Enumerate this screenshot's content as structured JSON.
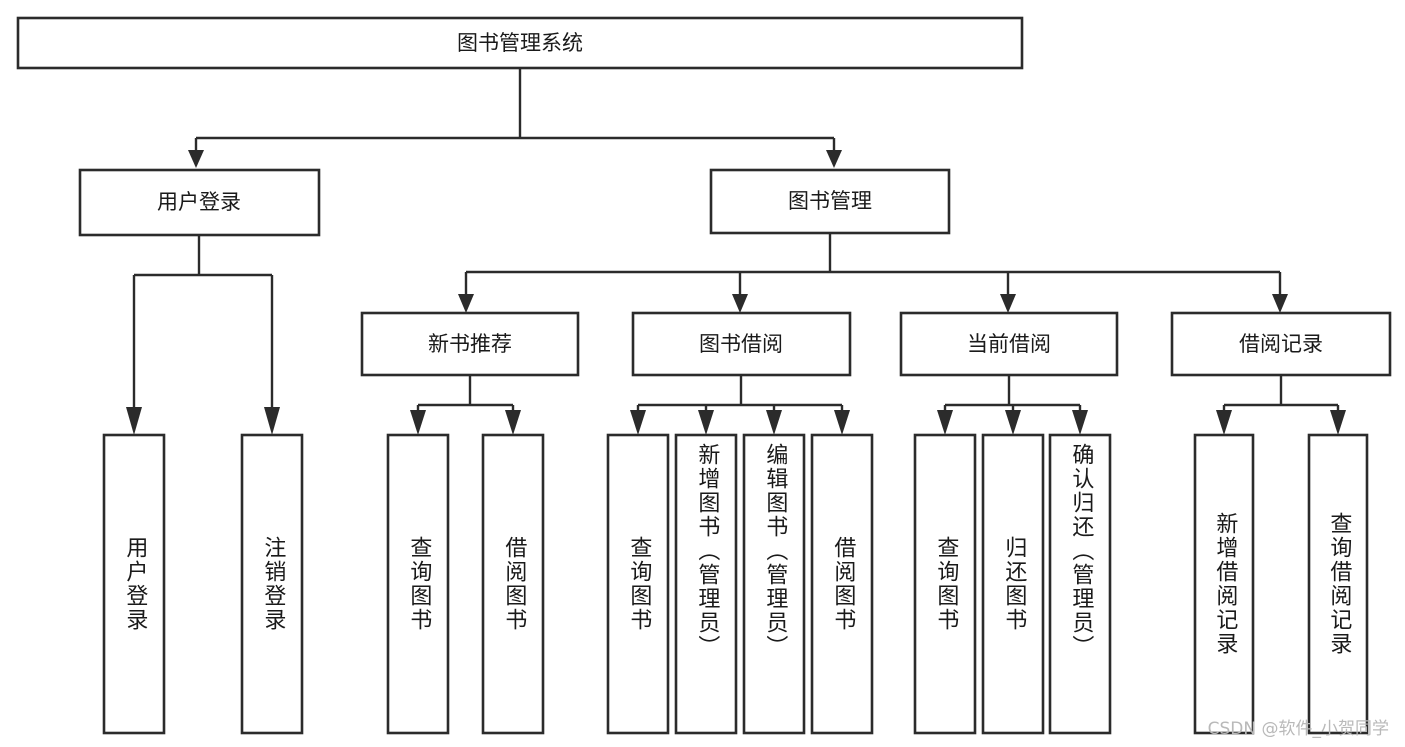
{
  "diagram": {
    "title": "图书管理系统",
    "type": "tree",
    "orientation": "top-down",
    "colors": {
      "box_fill": "#ffffff",
      "box_stroke": "#2b2b2b",
      "connector": "#2b2b2b",
      "text": "#1a1a1a",
      "background": "#ffffff",
      "watermark": "#b9b9b9"
    },
    "watermark": "CSDN @软件_小贺同学",
    "levels": {
      "root": "图书管理系统",
      "level1": [
        "用户登录",
        "图书管理"
      ],
      "level2": [
        "新书推荐",
        "图书借阅",
        "当前借阅",
        "借阅记录"
      ]
    },
    "nodes": {
      "root": {
        "id": "root",
        "label": "图书管理系统",
        "orientation": "horizontal"
      },
      "l1_user_login": {
        "id": "l1_user_login",
        "label": "用户登录",
        "orientation": "horizontal"
      },
      "l1_book_mgmt": {
        "id": "l1_book_mgmt",
        "label": "图书管理",
        "orientation": "horizontal"
      },
      "l2_new_book_rec": {
        "id": "l2_new_book_rec",
        "label": "新书推荐",
        "orientation": "horizontal"
      },
      "l2_book_borrow": {
        "id": "l2_book_borrow",
        "label": "图书借阅",
        "orientation": "horizontal"
      },
      "l2_current_borrow": {
        "id": "l2_current_borrow",
        "label": "当前借阅",
        "orientation": "horizontal"
      },
      "l2_borrow_record": {
        "id": "l2_borrow_record",
        "label": "借阅记录",
        "orientation": "horizontal"
      },
      "leaf_user_login": {
        "id": "leaf_user_login",
        "label": "用户登录",
        "orientation": "vertical"
      },
      "leaf_logout": {
        "id": "leaf_logout",
        "label": "注销登录",
        "orientation": "vertical"
      },
      "leaf_query_book_a": {
        "id": "leaf_query_book_a",
        "label": "查询图书",
        "orientation": "vertical"
      },
      "leaf_borrow_book_a": {
        "id": "leaf_borrow_book_a",
        "label": "借阅图书",
        "orientation": "vertical"
      },
      "leaf_query_book_b": {
        "id": "leaf_query_book_b",
        "label": "查询图书",
        "orientation": "vertical"
      },
      "leaf_add_book": {
        "id": "leaf_add_book",
        "label": "新增图书（管理员）",
        "orientation": "vertical"
      },
      "leaf_edit_book": {
        "id": "leaf_edit_book",
        "label": "编辑图书（管理员）",
        "orientation": "vertical"
      },
      "leaf_borrow_book_b": {
        "id": "leaf_borrow_book_b",
        "label": "借阅图书",
        "orientation": "vertical"
      },
      "leaf_query_book_c": {
        "id": "leaf_query_book_c",
        "label": "查询图书",
        "orientation": "vertical"
      },
      "leaf_return_book": {
        "id": "leaf_return_book",
        "label": "归还图书",
        "orientation": "vertical"
      },
      "leaf_confirm_return": {
        "id": "leaf_confirm_return",
        "label": "确认归还（管理员）",
        "orientation": "vertical"
      },
      "leaf_add_record": {
        "id": "leaf_add_record",
        "label": "新增借阅记录",
        "orientation": "vertical"
      },
      "leaf_query_record": {
        "id": "leaf_query_record",
        "label": "查询借阅记录",
        "orientation": "vertical"
      }
    },
    "edges": [
      {
        "from": "root",
        "to": "l1_user_login"
      },
      {
        "from": "root",
        "to": "l1_book_mgmt"
      },
      {
        "from": "l1_user_login",
        "to": "leaf_user_login"
      },
      {
        "from": "l1_user_login",
        "to": "leaf_logout"
      },
      {
        "from": "l1_book_mgmt",
        "to": "l2_new_book_rec"
      },
      {
        "from": "l1_book_mgmt",
        "to": "l2_book_borrow"
      },
      {
        "from": "l1_book_mgmt",
        "to": "l2_current_borrow"
      },
      {
        "from": "l1_book_mgmt",
        "to": "l2_borrow_record"
      },
      {
        "from": "l2_new_book_rec",
        "to": "leaf_query_book_a"
      },
      {
        "from": "l2_new_book_rec",
        "to": "leaf_borrow_book_a"
      },
      {
        "from": "l2_book_borrow",
        "to": "leaf_query_book_b"
      },
      {
        "from": "l2_book_borrow",
        "to": "leaf_add_book"
      },
      {
        "from": "l2_book_borrow",
        "to": "leaf_edit_book"
      },
      {
        "from": "l2_book_borrow",
        "to": "leaf_borrow_book_b"
      },
      {
        "from": "l2_current_borrow",
        "to": "leaf_query_book_c"
      },
      {
        "from": "l2_current_borrow",
        "to": "leaf_return_book"
      },
      {
        "from": "l2_current_borrow",
        "to": "leaf_confirm_return"
      },
      {
        "from": "l2_borrow_record",
        "to": "leaf_add_record"
      },
      {
        "from": "l2_borrow_record",
        "to": "leaf_query_record"
      }
    ]
  }
}
